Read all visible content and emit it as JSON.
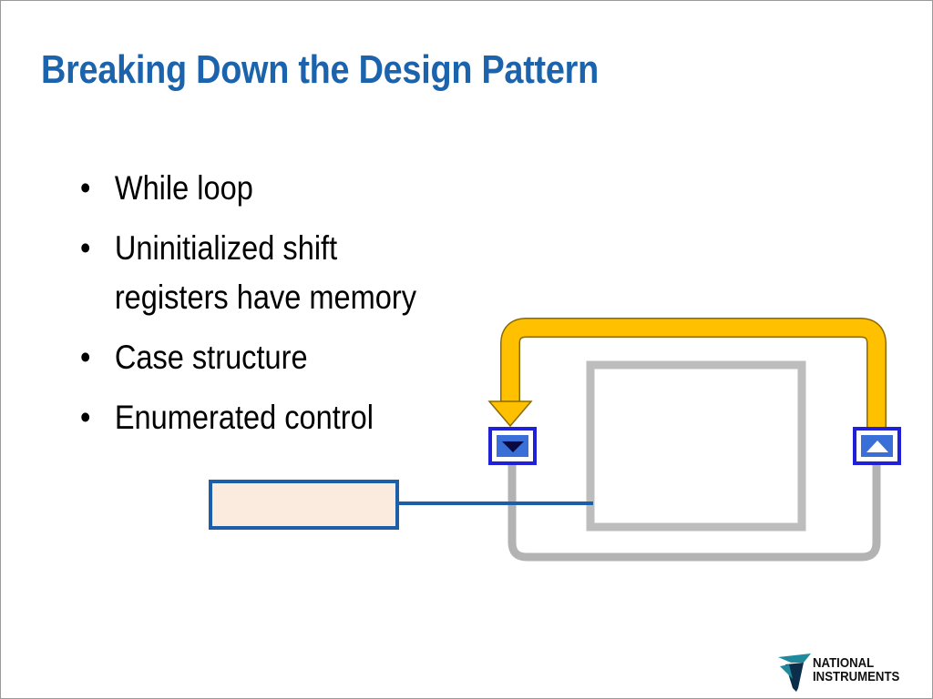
{
  "slide": {
    "title": "Breaking Down the Design Pattern",
    "bullets": [
      {
        "text": "While loop"
      },
      {
        "text": "Uninitialized shift\nregisters have memory"
      },
      {
        "text": "Case structure"
      },
      {
        "text": "Enumerated control"
      }
    ],
    "bullet_char": "•"
  },
  "diagram": {
    "colors": {
      "feedback_wire": "#ffc000",
      "feedback_wire_outline": "#8a6a00",
      "loop_border": "#b3b3b3",
      "case_border": "#bdbdbd",
      "enum_wire": "#1c5fa8",
      "enum_fill": "#fbebdf",
      "enum_border": "#1c5fa8",
      "shift_register_border": "#1c1ce0",
      "shift_register_fill": "#3b6fd8"
    },
    "shift_register_left_icon": "triangle-down-icon",
    "shift_register_right_icon": "triangle-up-icon"
  },
  "logo": {
    "line1": "NATIONAL",
    "line2": "INSTRUMENTS",
    "colors": {
      "eagle_teal": "#1f8a9e",
      "eagle_dark": "#0b2f4a"
    }
  }
}
